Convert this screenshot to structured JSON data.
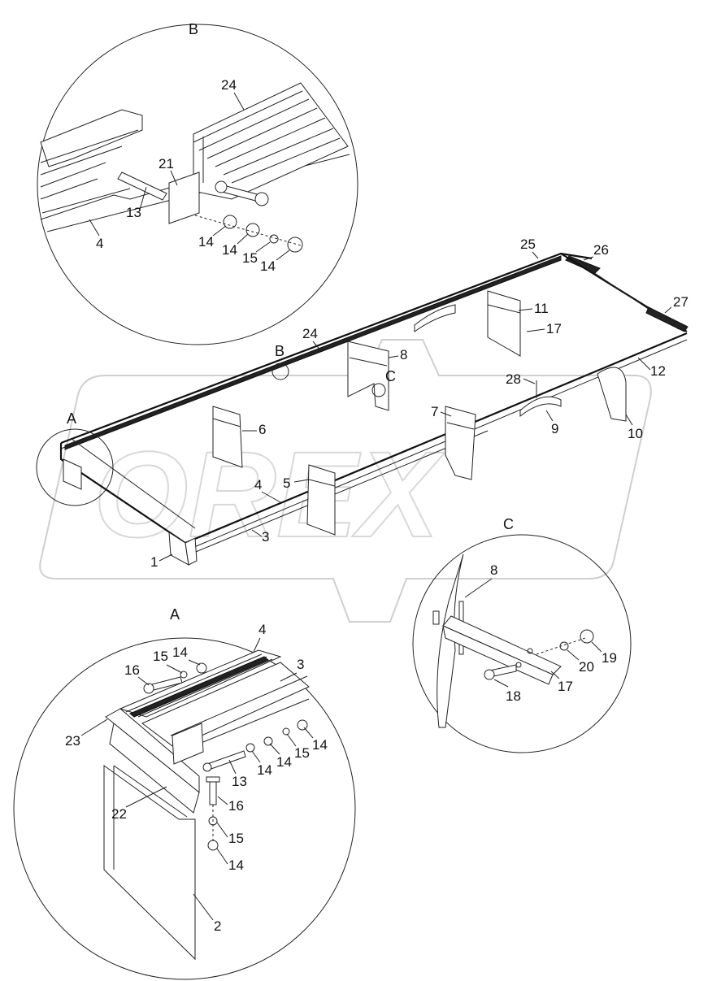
{
  "views": {
    "a": "A",
    "b": "B",
    "c": "C"
  },
  "watermark": "OREX",
  "main_labels": {
    "p1": "1",
    "p3": "3",
    "p4": "4",
    "p5": "5",
    "p6": "6",
    "p7": "7",
    "p8": "8",
    "p9": "9",
    "p10": "10",
    "p11": "11",
    "p12": "12",
    "p17": "17",
    "p24": "24",
    "p25": "25",
    "p26": "26",
    "p27": "27",
    "p28": "28"
  },
  "detail_b_labels": {
    "p24": "24",
    "p21": "21",
    "p13": "13",
    "p4": "4",
    "p14a": "14",
    "p14b": "14",
    "p15": "15",
    "p14c": "14"
  },
  "detail_a_labels": {
    "p4": "4",
    "p3": "3",
    "p16a": "16",
    "p15a": "15",
    "p14a": "14",
    "p23": "23",
    "p13": "13",
    "p14b": "14",
    "p14c": "14",
    "p15b": "15",
    "p14d": "14",
    "p22": "22",
    "p16b": "16",
    "p15c": "15",
    "p14e": "14",
    "p2": "2"
  },
  "detail_c_labels": {
    "p8": "8",
    "p19": "19",
    "p20": "20",
    "p17": "17",
    "p18": "18"
  }
}
